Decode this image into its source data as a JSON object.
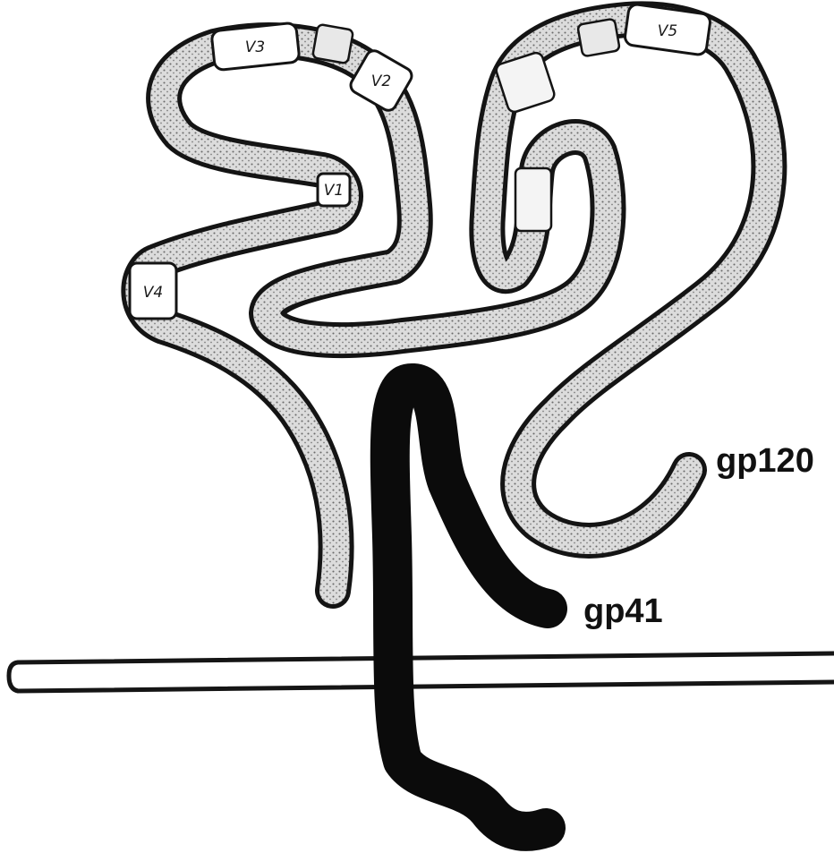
{
  "diagram": {
    "labels": {
      "gp120": "gp120",
      "gp41": "gp41"
    },
    "regions": {
      "v1": "V1",
      "v2": "V2",
      "v3": "V3",
      "v4": "V4",
      "v5": "V5"
    },
    "colors": {
      "outline": "#141414",
      "stipple_fill": "#d9d9d9",
      "gp41": "#0b0b0b",
      "membrane": "#151515"
    }
  }
}
